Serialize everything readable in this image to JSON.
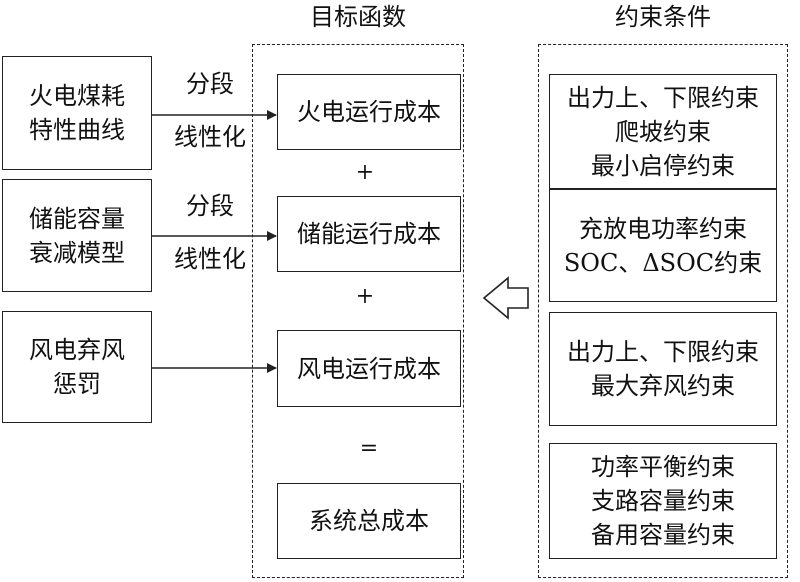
{
  "headings": {
    "objective": "目标函数",
    "constraints": "约束条件"
  },
  "inputs": [
    {
      "lines": [
        "火电煤耗",
        "特性曲线"
      ],
      "arrow_label": [
        "分段",
        "线性化"
      ]
    },
    {
      "lines": [
        "储能容量",
        "衰减模型"
      ],
      "arrow_label": [
        "分段",
        "线性化"
      ]
    },
    {
      "lines": [
        "风电弃风",
        "惩罚"
      ]
    }
  ],
  "objective_terms": [
    "火电运行成本",
    "储能运行成本",
    "风电运行成本",
    "系统总成本"
  ],
  "operators": [
    "+",
    "+",
    "="
  ],
  "constraints": [
    [
      "出力上、下限约束",
      "爬坡约束",
      "最小启停约束"
    ],
    [
      "充放电功率约束",
      "SOC、ΔSOC约束"
    ],
    [
      "出力上、下限约束",
      "最大弃风约束"
    ],
    [
      "功率平衡约束",
      "支路容量约束",
      "备用容量约束"
    ]
  ]
}
